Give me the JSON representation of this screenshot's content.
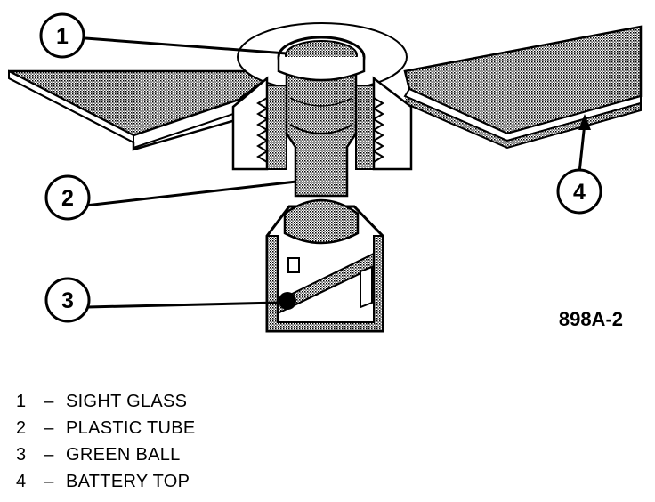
{
  "diagram": {
    "reference_code": "898A-2",
    "callouts": [
      {
        "number": "1"
      },
      {
        "number": "2"
      },
      {
        "number": "3"
      },
      {
        "number": "4"
      }
    ]
  },
  "legend": {
    "separator": "–",
    "items": [
      {
        "number": "1",
        "label": "SIGHT GLASS"
      },
      {
        "number": "2",
        "label": "PLASTIC TUBE"
      },
      {
        "number": "3",
        "label": "GREEN BALL"
      },
      {
        "number": "4",
        "label": "BATTERY TOP"
      }
    ]
  }
}
